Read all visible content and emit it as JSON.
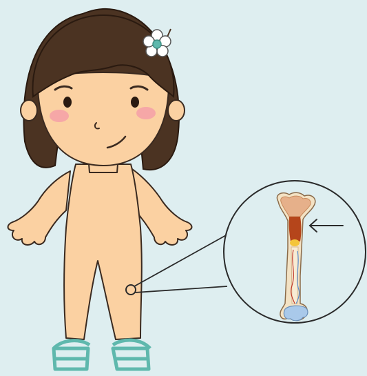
{
  "illustration": {
    "subject": "girl-figure",
    "inset": "femur-cross-section",
    "pointer": "arrow-left"
  },
  "colors": {
    "background": "#deeef0",
    "skin": "#fbd1a2",
    "skin_outline": "#3a2a20",
    "hair": "#4b3322",
    "cheeks": "#f4a0a8",
    "sandals": "#5fb8ad",
    "flower_petal": "#ffffff",
    "flower_center": "#5fb8ad",
    "bone": "#f3e2c4",
    "bone_spongy": "#e6b08a",
    "marrow": "#b5451b",
    "marrow_yellow": "#f4c53a",
    "bone_blue": "#a9c9ea",
    "leader_lines": "#2a2a2a"
  }
}
